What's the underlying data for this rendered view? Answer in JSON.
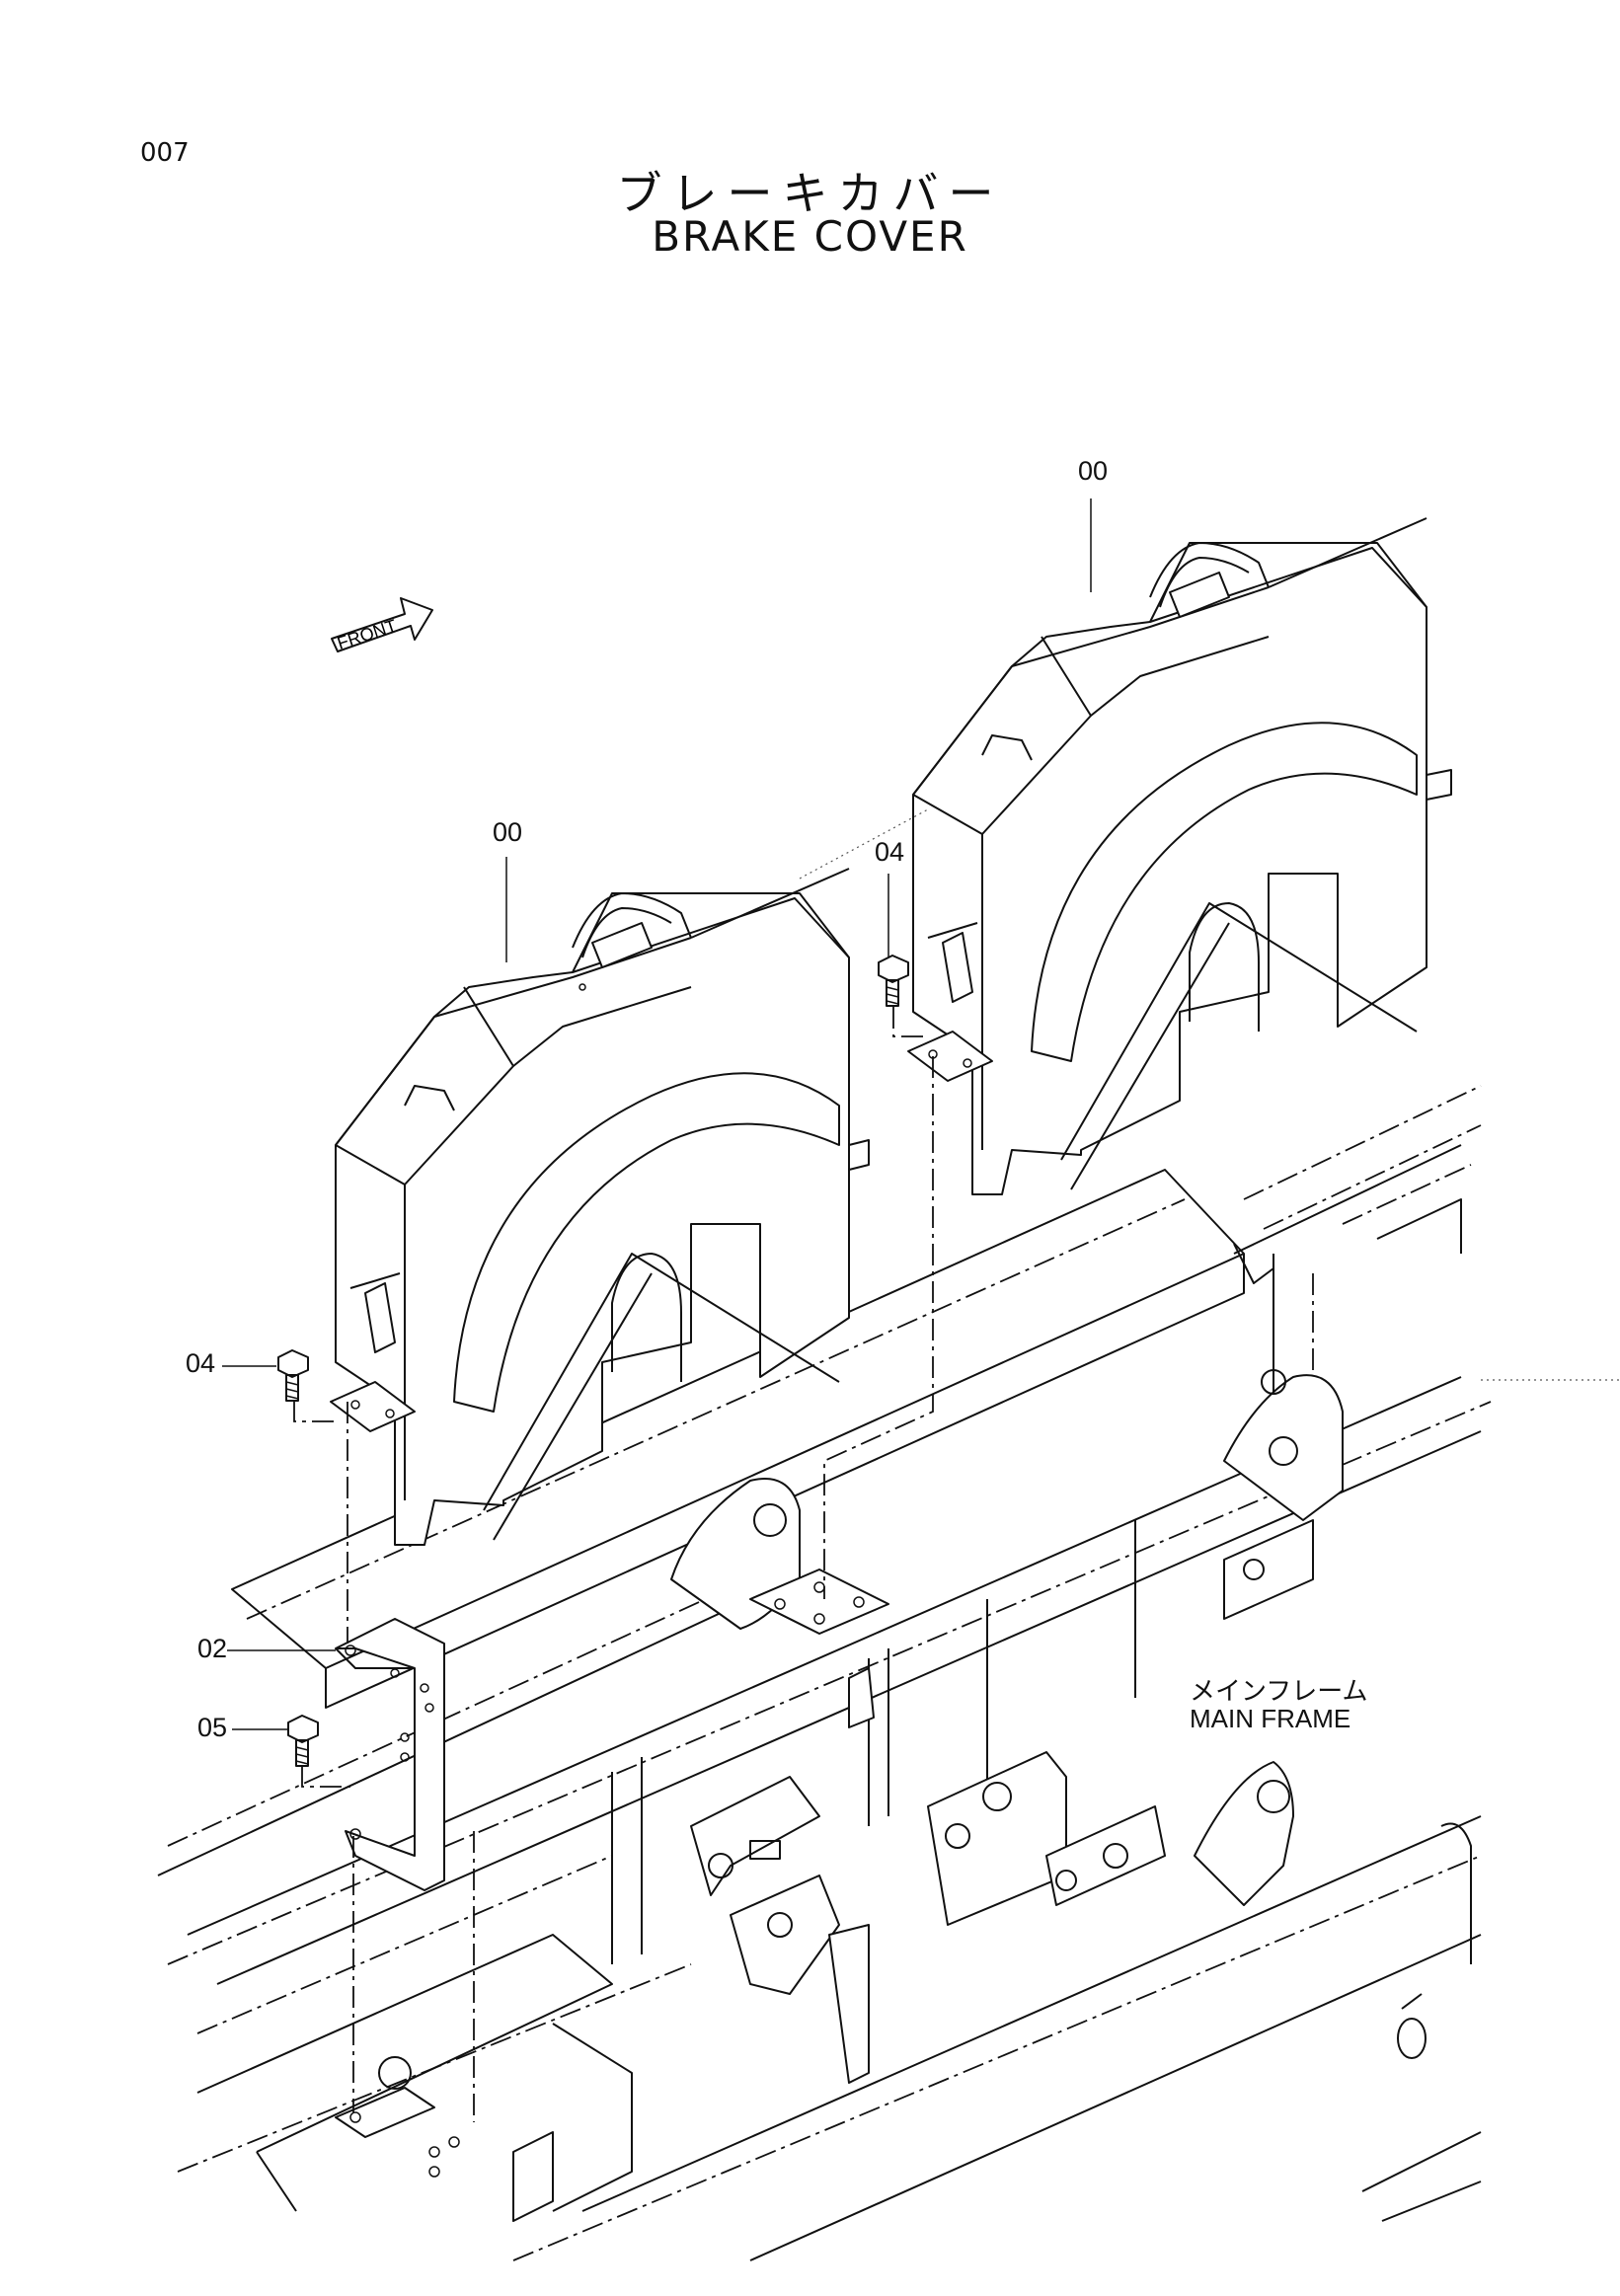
{
  "page": {
    "number": "007"
  },
  "title": {
    "jp": "ブレーキカバー",
    "en": "BRAKE COVER"
  },
  "indicator": {
    "front_label": "FRONT"
  },
  "callouts": {
    "cover_right": "00",
    "cover_left": "00",
    "bolt_right": "04",
    "bolt_left": "04",
    "bracket": "02",
    "bolt_bracket": "05"
  },
  "frame_label": {
    "jp": "メインフレーム",
    "en": "MAIN FRAME"
  }
}
